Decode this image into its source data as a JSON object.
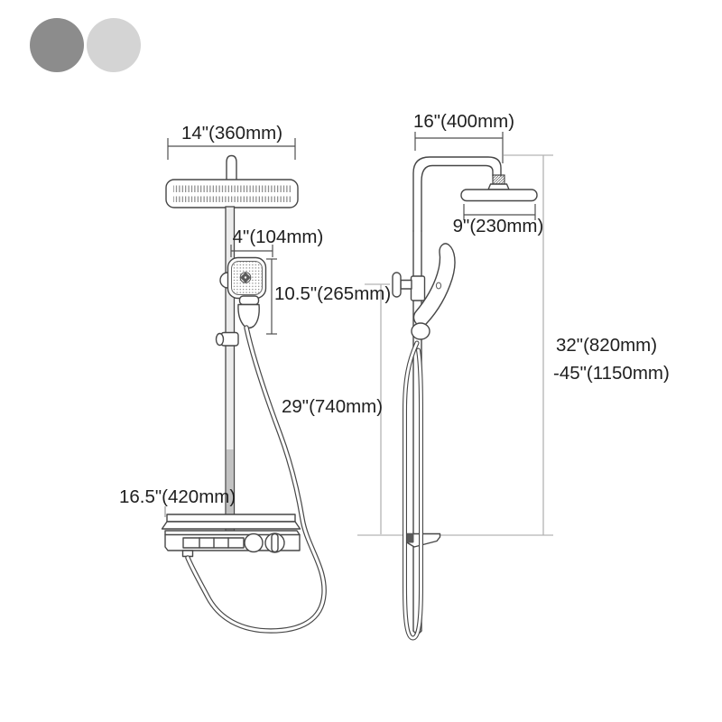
{
  "product_options": {
    "swatches": [
      {
        "name": "gray-finish-swatch",
        "color": "#8c8c8c"
      },
      {
        "name": "light-gray-finish-swatch",
        "color": "#d4d4d4"
      }
    ]
  },
  "diagram": {
    "dimensions": {
      "front": {
        "rain_shower_width": "14\"(360mm)",
        "hand_shower_width": "4\"(104mm)",
        "hand_shower_length": "10.5\"(265mm)",
        "slide_bar_length": "29\"(740mm)",
        "shelf_width": "16.5\"(420mm)"
      },
      "side": {
        "arm_reach": "16\"(400mm)",
        "rain_shower_diameter": "9\"(230mm)",
        "overall_height_min": "32\"(820mm)",
        "overall_height_max": "-45\"(1150mm)"
      }
    },
    "colors": {
      "line": "#474747",
      "dimension_gray": "#b3b3b3",
      "text": "#202020",
      "background": "#ffffff"
    }
  }
}
